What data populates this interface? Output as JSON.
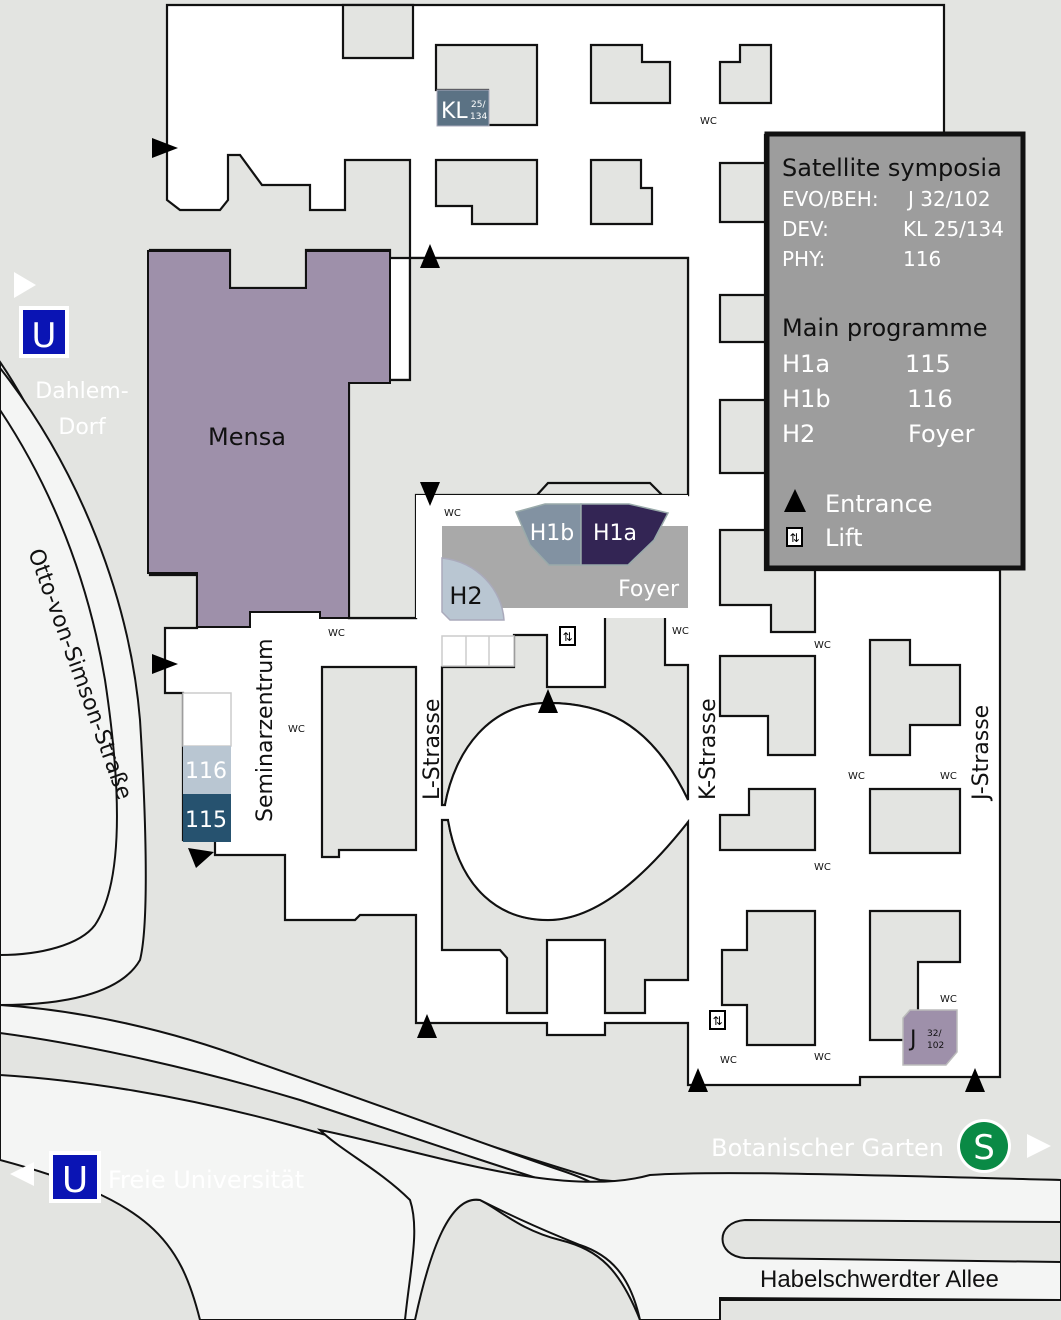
{
  "map": {
    "buildings": {
      "mensa": "Mensa",
      "seminarzentrum": "Seminarzentrum",
      "foyer": "Foyer",
      "h1a": "H1a",
      "h1b": "H1b",
      "h2": "H2",
      "room_116": "116",
      "room_115": "115",
      "kl_room": {
        "letter": "KL",
        "num_top": "25/",
        "num_bottom": "134"
      },
      "j_room": {
        "letter": "J",
        "num_top": "32/",
        "num_bottom": "102"
      }
    },
    "streets": {
      "l_strasse": "L-Strasse",
      "k_strasse": "K-Strasse",
      "j_strasse": "J-Strasse",
      "otto": "Otto-von-Simson-Straße",
      "habel": "Habelschwerdter Allee"
    },
    "stations": {
      "u_dahlem": {
        "badge": "U",
        "line1": "Dahlem-",
        "line2": "Dorf",
        "color": "#0a14b4"
      },
      "u_fu": {
        "badge": "U",
        "label": "Freie Universität",
        "color": "#0a14b4"
      },
      "s_botanic": {
        "badge": "S",
        "label": "Botanischer Garten",
        "color": "#0a8a45"
      }
    },
    "wc_label": "WC"
  },
  "legend": {
    "satellite_title": "Satellite symposia",
    "satellite": [
      {
        "key": "EVO/BEH:",
        "value": "J 32/102"
      },
      {
        "key": "DEV:",
        "value": "KL 25/134"
      },
      {
        "key": "PHY:",
        "value": "116"
      }
    ],
    "main_title": "Main programme",
    "main": [
      {
        "key": "H1a",
        "value": "115"
      },
      {
        "key": "H1b",
        "value": "116"
      },
      {
        "key": "H2",
        "value": "Foyer"
      }
    ],
    "symbols": [
      {
        "icon": "entrance-triangle-icon",
        "label": "Entrance"
      },
      {
        "icon": "lift-icon",
        "label": "Lift"
      }
    ]
  },
  "colors": {
    "mensa": "#9e90aa",
    "h1a": "#332554",
    "h1b": "#8292a2",
    "h2": "#b9c6d2",
    "room_115": "#26526f",
    "room_116": "#b9c6d2",
    "foyer": "#a9a9a9",
    "legend_bg": "#9d9d9d"
  }
}
